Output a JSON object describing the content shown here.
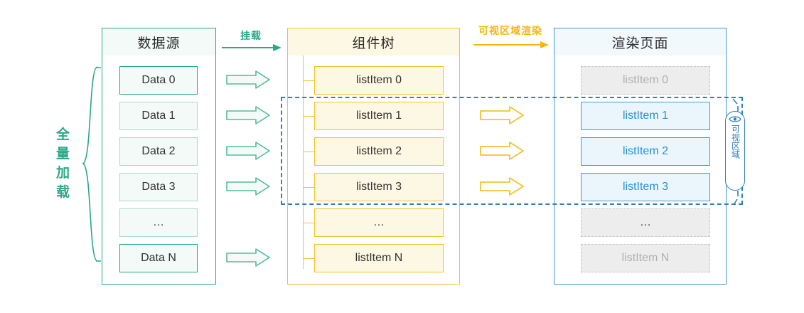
{
  "diagram": {
    "title": "virtual-list-rendering-flow",
    "colors": {
      "green": "#2aa888",
      "green_light": "#a6dccb",
      "yellow": "#f2c230",
      "yellow_label": "#f5b60d",
      "blue": "#4596ce",
      "blue_dash": "#2f7fc1",
      "blue_text": "#2b8fd6",
      "ghost_gray": "#b0b0b0"
    }
  },
  "columns": {
    "data_source": {
      "header": "数据源",
      "items": [
        {
          "label": "Data 0",
          "style": "strong"
        },
        {
          "label": "Data 1",
          "style": "light"
        },
        {
          "label": "Data 2",
          "style": "light"
        },
        {
          "label": "Data 3",
          "style": "light"
        },
        {
          "label": "…",
          "style": "light"
        },
        {
          "label": "Data N",
          "style": "strong"
        }
      ]
    },
    "component_tree": {
      "header": "组件树",
      "items": [
        {
          "label": "listItem 0"
        },
        {
          "label": "listItem 1"
        },
        {
          "label": "listItem 2"
        },
        {
          "label": "listItem 3"
        },
        {
          "label": "…"
        },
        {
          "label": "listItem N"
        }
      ]
    },
    "rendered_page": {
      "header": "渲染页面",
      "items": [
        {
          "label": "listItem 0",
          "state": "ghost"
        },
        {
          "label": "listItem 1",
          "state": "active"
        },
        {
          "label": "listItem 2",
          "state": "active"
        },
        {
          "label": "listItem 3",
          "state": "active"
        },
        {
          "label": "…",
          "state": "ghost-dots"
        },
        {
          "label": "listItem N",
          "state": "ghost"
        }
      ]
    }
  },
  "annotations": {
    "full_load": "全量加载",
    "mount_flow": "挂载",
    "viewport_render_flow": "可视区域渲染",
    "viewport_badge": "可视区域",
    "viewport_badge_icon": "eye-icon"
  },
  "flows": {
    "data_to_tree_arrows": 5,
    "tree_to_page_arrows": 3
  }
}
